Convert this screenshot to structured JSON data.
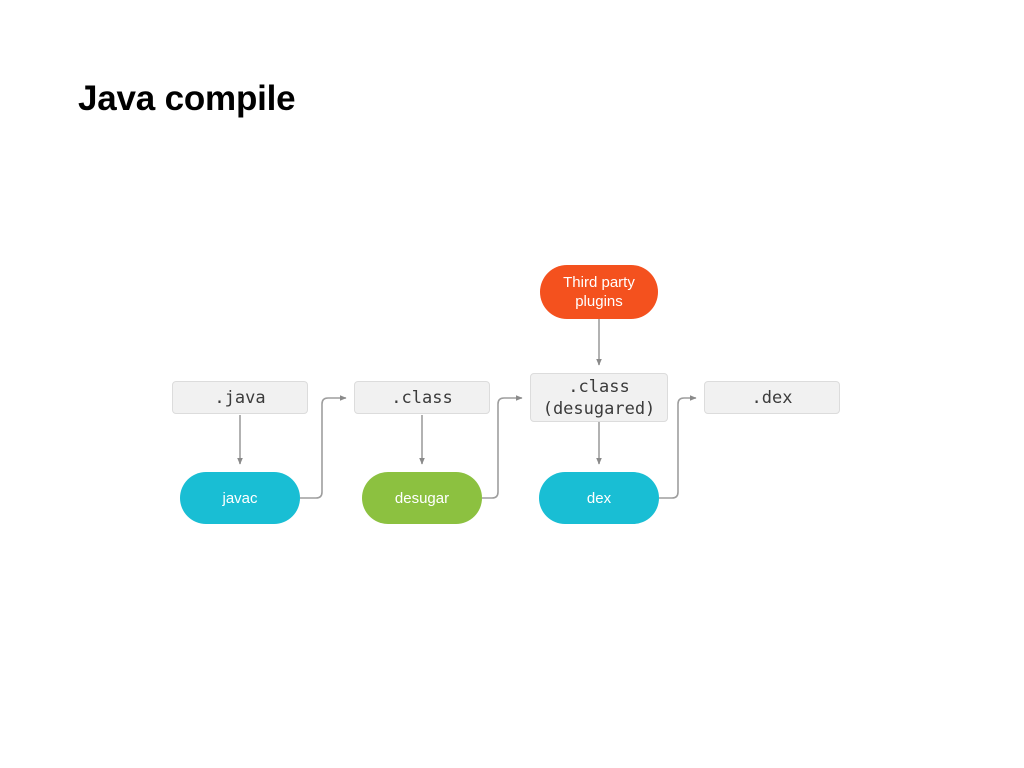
{
  "slide": {
    "title": "Java compile",
    "background_color": "#ffffff"
  },
  "colors": {
    "artifact_fill": "#f1f1f1",
    "artifact_border": "#dcdcdc",
    "artifact_text": "#3b3b3b",
    "process_cyan": "#19bed4",
    "process_green": "#8cc140",
    "process_orange": "#f4511e",
    "edge": "#9e9e9e",
    "title_text": "#000000"
  },
  "diagram": {
    "type": "flowchart",
    "nodes": [
      {
        "id": "java",
        "label": ".java",
        "shape": "rounded-rect",
        "kind": "artifact"
      },
      {
        "id": "class",
        "label": ".class",
        "shape": "rounded-rect",
        "kind": "artifact"
      },
      {
        "id": "class_des",
        "label": ".class\n(desugared)",
        "shape": "rounded-rect",
        "kind": "artifact"
      },
      {
        "id": "dex_file",
        "label": ".dex",
        "shape": "rounded-rect",
        "kind": "artifact"
      },
      {
        "id": "javac",
        "label": "javac",
        "shape": "pill",
        "kind": "process",
        "color": "#19bed4"
      },
      {
        "id": "desugar",
        "label": "desugar",
        "shape": "pill",
        "kind": "process",
        "color": "#8cc140"
      },
      {
        "id": "dex",
        "label": "dex",
        "shape": "pill",
        "kind": "process",
        "color": "#19bed4"
      },
      {
        "id": "plugins",
        "label": "Third party\nplugins",
        "shape": "pill",
        "kind": "process",
        "color": "#f4511e"
      }
    ],
    "edges": [
      {
        "from": "java",
        "to": "javac",
        "style": "straight-down"
      },
      {
        "from": "javac",
        "to": "class",
        "style": "elbow-right-up"
      },
      {
        "from": "class",
        "to": "desugar",
        "style": "straight-down"
      },
      {
        "from": "desugar",
        "to": "class_des",
        "style": "elbow-right-up"
      },
      {
        "from": "plugins",
        "to": "class_des",
        "style": "straight-down"
      },
      {
        "from": "class_des",
        "to": "dex",
        "style": "straight-down"
      },
      {
        "from": "dex",
        "to": "dex_file",
        "style": "elbow-right-up"
      }
    ]
  }
}
